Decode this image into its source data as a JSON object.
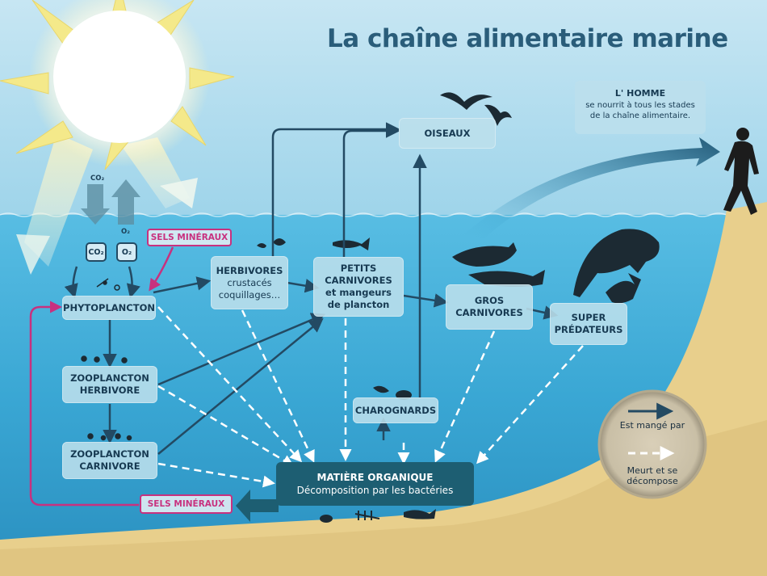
{
  "title": "La chaîne alimentaire marine",
  "gases": {
    "co2_label": "CO₂",
    "o2_label": "O₂",
    "co2_box": "CO₂",
    "o2_box": "O₂"
  },
  "sels_top": "SELS MINÉRAUX",
  "sels_bottom": "SELS MINÉRAUX",
  "nodes": {
    "phytoplancton": "PHYTOPLANCTON",
    "zoo_herbivore_1": "ZOOPLANCTON",
    "zoo_herbivore_2": "HERBIVORE",
    "zoo_carnivore_1": "ZOOPLANCTON",
    "zoo_carnivore_2": "CARNIVORE",
    "herbivores_title": "HERBIVORES",
    "herbivores_sub1": "crustacés",
    "herbivores_sub2": "coquillages…",
    "petits_1": "PETITS",
    "petits_2": "CARNIVORES",
    "petits_3": "et mangeurs",
    "petits_4": "de plancton",
    "oiseaux": "OISEAUX",
    "gros_1": "GROS",
    "gros_2": "CARNIVORES",
    "super_1": "SUPER",
    "super_2": "PRÉDATEURS",
    "charognards": "CHAROGNARDS",
    "matiere_title": "MATIÈRE ORGANIQUE",
    "matiere_sub": "Décomposition par les bactéries"
  },
  "homme": {
    "title": "L' HOMME",
    "line1": "se nourrit à tous les stades",
    "line2": "de la chaîne alimentaire."
  },
  "legend": {
    "eaten": "Est mangé par",
    "decompose_1": "Meurt et se",
    "decompose_2": "décompose"
  },
  "colors": {
    "arrow": "#234a63",
    "accent": "#c8317f",
    "title": "#2a5d7a",
    "sand": "#e8cf8c",
    "deep": "#1d5e72"
  }
}
